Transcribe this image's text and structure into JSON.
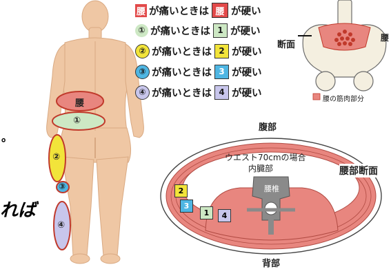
{
  "colors": {
    "lumbar": "#e24a4a",
    "zone1": "#cde8c4",
    "zone2": "#f2e43a",
    "zone3": "#4fb6e3",
    "zone4": "#c8c6ec",
    "muscle": "#e8867f",
    "skin": "#efc7a4"
  },
  "legend": [
    {
      "marker": "腰",
      "marker_style": "red-square",
      "text1": "が痛いときは",
      "box": "腰",
      "box_style": "red-square",
      "text2": "が硬い"
    },
    {
      "marker": "①",
      "marker_style": "circle-green",
      "text1": "が痛いときは",
      "box": "1",
      "box_style": "square-green",
      "text2": "が硬い"
    },
    {
      "marker": "②",
      "marker_style": "circle-yellow",
      "text1": "が痛いときは",
      "box": "2",
      "box_style": "square-yellow",
      "text2": "が硬い"
    },
    {
      "marker": "③",
      "marker_style": "circle-blue",
      "text1": "が痛いときは",
      "box": "3",
      "box_style": "square-blue",
      "text2": "が硬い"
    },
    {
      "marker": "④",
      "marker_style": "circle-purple",
      "text1": "が痛いときは",
      "box": "4",
      "box_style": "square-purple",
      "text2": "が硬い"
    }
  ],
  "body_figure": {
    "lumbar_label": "腰",
    "zone1": "①",
    "zone2": "②",
    "zone3": "③",
    "zone4": "④"
  },
  "pelvis": {
    "label_section": "断面",
    "label_lumbar": "腰",
    "legend_text": "腰の筋肉部分"
  },
  "cross_section": {
    "abdomen": "腹部",
    "back": "背部",
    "waist_note": "ウエスト70cmの場合",
    "internal_organs": "内臓部",
    "lumbar_section": "腰部断面",
    "vertebra": "腰椎",
    "boxes": [
      "2",
      "3",
      "1",
      "4"
    ]
  },
  "side_text": {
    "left_mark": "。",
    "left_text": "れば"
  }
}
